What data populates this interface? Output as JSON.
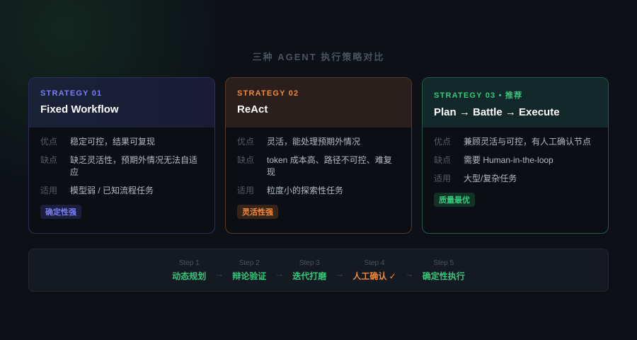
{
  "title": "三种 AGENT 执行策略对比",
  "labels": {
    "pros": "优点",
    "cons": "缺点",
    "use": "适用"
  },
  "cards": [
    {
      "tag": "STRATEGY 01",
      "name": "Fixed Workflow",
      "pros": "稳定可控，结果可复现",
      "cons": "缺乏灵活性，预期外情况无法自适应",
      "use": "模型弱 / 已知流程任务",
      "badge": "确定性强"
    },
    {
      "tag": "STRATEGY 02",
      "name": "ReAct",
      "pros": "灵活，能处理预期外情况",
      "cons": "token 成本高、路径不可控、难复现",
      "use": "粒度小的探索性任务",
      "badge": "灵活性强"
    },
    {
      "tag": "STRATEGY 03 • 推荐",
      "name": "Plan → Battle → Execute",
      "pros": "兼顾灵活与可控，有人工确认节点",
      "cons": "需要 Human-in-the-loop",
      "use": "大型/复杂任务",
      "badge": "质量最优"
    }
  ],
  "steps": [
    {
      "n": "Step 1",
      "l": "动态规划"
    },
    {
      "n": "Step 2",
      "l": "辩论验证"
    },
    {
      "n": "Step 3",
      "l": "迭代打磨"
    },
    {
      "n": "Step 4",
      "l": "人工确认 ✓"
    },
    {
      "n": "Step 5",
      "l": "确定性执行"
    }
  ],
  "arrow": "→",
  "colors": {
    "blue": "#7b7ff5",
    "orange": "#f28a3c",
    "green": "#34c77b"
  }
}
